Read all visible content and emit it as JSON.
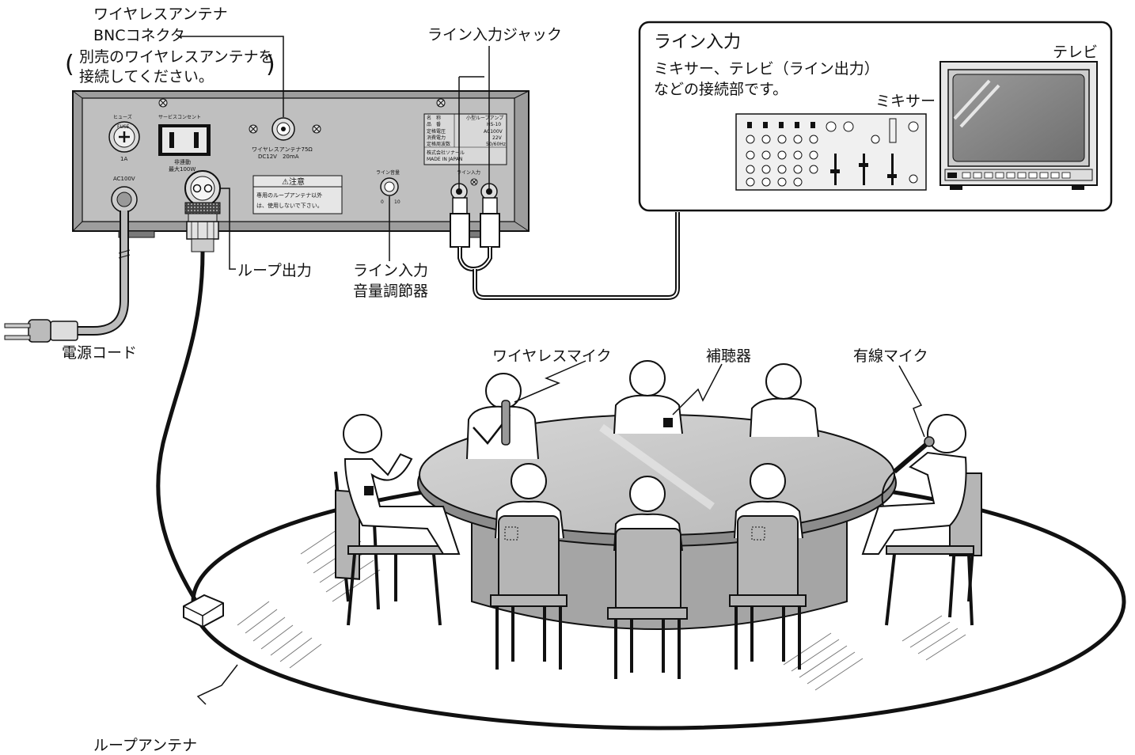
{
  "labels": {
    "bnc_line1": "ワイヤレスアンテナ",
    "bnc_line2": "BNCコネクタ",
    "bnc_note1": "別売のワイヤレスアンテナを",
    "bnc_note2": "接続してください。",
    "line_jack": "ライン入力ジャック",
    "loop_out": "ループ出力",
    "line_vol_1": "ライン入力",
    "line_vol_2": "音量調節器",
    "power_cord": "電源コード",
    "loop_antenna": "ループアンテナ",
    "wireless_mic": "ワイヤレスマイク",
    "hearing_aid": "補聴器",
    "wired_mic": "有線マイク"
  },
  "callout": {
    "title": "ライン入力",
    "desc1": "ミキサー、テレビ（ライン出力）",
    "desc2": "などの接続部です。",
    "mixer": "ミキサー",
    "tv": "テレビ"
  },
  "panel": {
    "fuse": "ヒューズ",
    "fuse_mark": "FUSE",
    "fuse_rating": "1A",
    "service_outlet": "サービスコンセント",
    "non_linked": "非連動",
    "max_power": "最大100W",
    "ac_label": "AC100V",
    "antenna_spec": "ワイヤレスアンテナ75Ω",
    "antenna_power": "DC12V　20mA",
    "caution_title": "⚠注意",
    "caution_1": "専用のループアンテナ以外",
    "caution_2": "は、使用しないで下さい。",
    "line_volume": "ライン音量",
    "vol_min": "0",
    "vol_max": "10",
    "line_in": "ライン入力",
    "rating_rows": [
      {
        "k": "名　称",
        "v": "小型ループアンプ"
      },
      {
        "k": "品　番",
        "v": "HS-10"
      },
      {
        "k": "定格電圧",
        "v": "AC100V"
      },
      {
        "k": "消費電力",
        "v": "22V"
      },
      {
        "k": "定格周波数",
        "v": "50/60Hz"
      }
    ],
    "maker": "株式会社ソナール",
    "made_in": "MADE IN JAPAN"
  },
  "colors": {
    "line": "#111111",
    "panel": "#bfbfbf",
    "panel_dark": "#8a8a8a",
    "table_top": "#c8c8c8",
    "table_side": "#9a9a9a",
    "chair": "#b5b5b5",
    "person_shadow": "#a8a8a8"
  }
}
